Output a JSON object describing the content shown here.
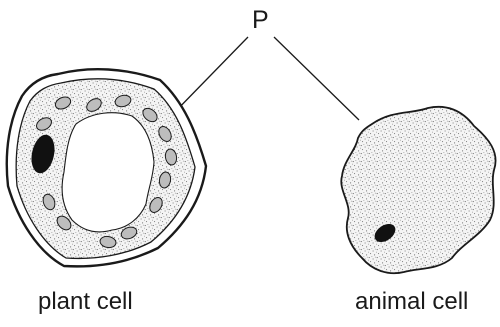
{
  "diagram": {
    "pointer_label": "P",
    "cells": [
      {
        "caption": "plant cell"
      },
      {
        "caption": "animal cell"
      }
    ]
  },
  "colors": {
    "ink": "#1a1a1a",
    "cytoplasm_fill": "#f4f4f4",
    "stipple": "#5a5a5a",
    "chloroplast_fill": "#bdbdbd",
    "nucleus_fill": "#111111",
    "vacuole_fill": "#ffffff"
  }
}
